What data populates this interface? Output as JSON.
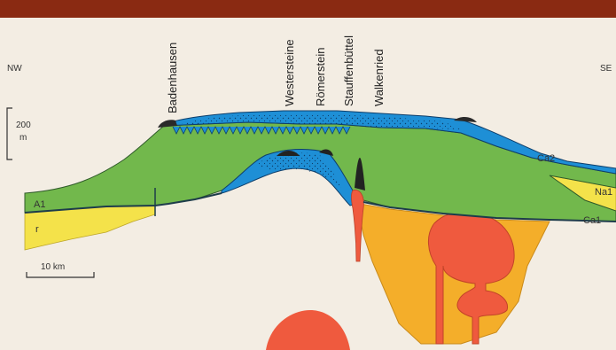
{
  "header": {
    "bar_color": "#8a2a12"
  },
  "orientation": {
    "left": "NW",
    "right": "SE"
  },
  "vertical_scale": {
    "value": "200",
    "unit": "m"
  },
  "horizontal_scale": {
    "label": "10 km"
  },
  "places": [
    "Badenhausen",
    "Westersteine",
    "Römerstein",
    "Stauffenbüttel",
    "Walkenried"
  ],
  "unit_labels": {
    "a1": "A1",
    "r": "r",
    "ca2": "Ca2",
    "na1": "Na1",
    "ca1": "Ca1"
  },
  "colors": {
    "background": "#f3ede3",
    "green_layer": "#72b84c",
    "blue_layer": "#1e8fd6",
    "yellow_layer": "#f4e24a",
    "orange_layer": "#f4ae2a",
    "red_body": "#ef5a3e",
    "outline": "#1d3c4a"
  }
}
